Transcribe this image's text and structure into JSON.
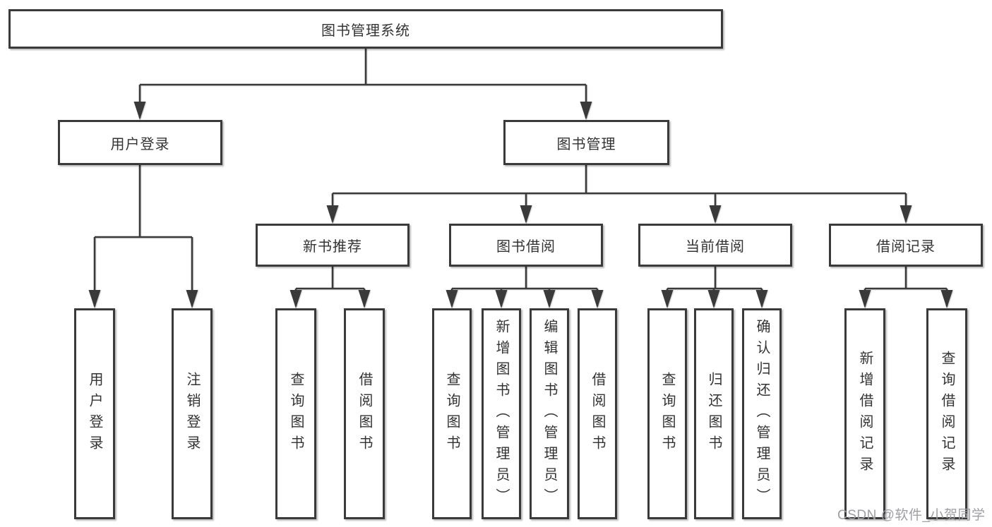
{
  "colors": {
    "line": "#3a3a3a",
    "text": "#333333",
    "watermark": "#9f9fa3",
    "background": "#ffffff"
  },
  "watermark": "CSDN @软件_小贺同学",
  "root": {
    "label": "图书管理系统"
  },
  "level2": [
    {
      "label": "用户登录"
    },
    {
      "label": "图书管理"
    }
  ],
  "level3": [
    {
      "label": "新书推荐"
    },
    {
      "label": "图书借阅"
    },
    {
      "label": "当前借阅"
    },
    {
      "label": "借阅记录"
    }
  ],
  "leaves": {
    "user_login": [
      {
        "label": "用户登录"
      },
      {
        "label": "注销登录"
      }
    ],
    "new_book_recommendation": [
      {
        "label": "查询图书"
      },
      {
        "label": "借阅图书"
      }
    ],
    "book_borrowing": [
      {
        "label": "查询图书"
      },
      {
        "label": "新增图书（管理员）"
      },
      {
        "label": "编辑图书（管理员）"
      },
      {
        "label": "借阅图书"
      }
    ],
    "current_borrowing": [
      {
        "label": "查询图书"
      },
      {
        "label": "归还图书"
      },
      {
        "label": "确认归还（管理员）"
      }
    ],
    "borrowing_records": [
      {
        "label": "新增借阅记录"
      },
      {
        "label": "查询借阅记录"
      }
    ]
  }
}
